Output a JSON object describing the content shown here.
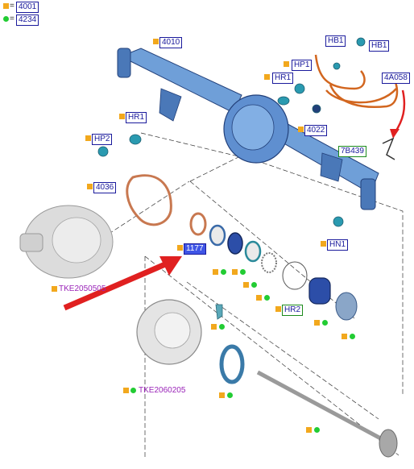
{
  "legend": {
    "items": [
      {
        "marker": "square",
        "code": "4001"
      },
      {
        "marker": "dot",
        "code": "4234"
      }
    ]
  },
  "labels": {
    "axle_housing": "4010",
    "breather_hose_1": "HB1",
    "breather_hose_2": "HB1",
    "hose_clip": "4A058",
    "hp1": "HP1",
    "hr1_top": "HR1",
    "hr1_left": "HR1",
    "hp2": "HP2",
    "bolt_4022": "4022",
    "clip_7b439": "7B439",
    "gasket": "4036",
    "hn1": "HN1",
    "seal_highlight": "1177",
    "hr2": "HR2"
  },
  "kits": {
    "differential": "TKE2050505",
    "brake_backing": "TKE2060205"
  },
  "colors": {
    "part_blue": "#5f8fd0",
    "part_dark": "#22407a",
    "label_border": "#1a1a9c",
    "highlight": "#3f55e6",
    "arrow_red": "#e02020",
    "orange_square": "#f2a81d",
    "green_dot": "#22cc33",
    "kit_purple": "#9a24b8",
    "gasket_brown": "#c87850",
    "hose_orange": "#d2661f"
  }
}
